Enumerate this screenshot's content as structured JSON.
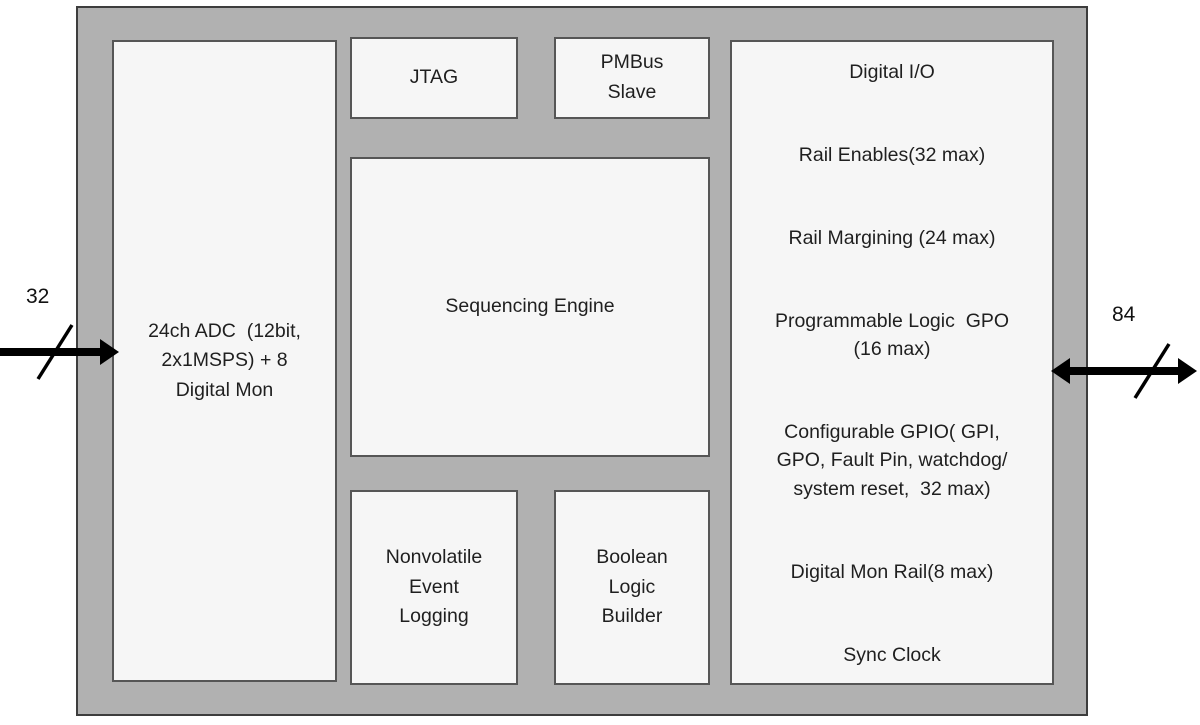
{
  "diagram": {
    "chip": {
      "blocks": {
        "adc": {
          "label": "24ch ADC  (12bit,\n2x1MSPS) + 8\nDigital Mon"
        },
        "jtag": {
          "label": "JTAG"
        },
        "pmbus_slave": {
          "label": "PMBus\nSlave"
        },
        "sequencing_engine": {
          "label": "Sequencing Engine"
        },
        "nonvolatile_event_logging": {
          "label": "Nonvolatile\nEvent\nLogging"
        },
        "boolean_logic_builder": {
          "label": "Boolean\nLogic\nBuilder"
        },
        "digital_io": {
          "title": "Digital I/O",
          "items": [
            "Rail Enables(32 max)",
            "Rail Margining (24 max)",
            "Programmable Logic  GPO\n(16 max)",
            "Configurable GPIO( GPI,\nGPO, Fault Pin, watchdog/\nsystem reset,  32 max)",
            "Digital Mon Rail(8 max)",
            "Sync Clock"
          ]
        }
      }
    },
    "buses": {
      "left_input": {
        "width_label": "32",
        "direction": "in"
      },
      "right_bidirectional": {
        "width_label": "84",
        "direction": "bidirectional"
      }
    },
    "colors": {
      "chip_fill": "#b1b1b1",
      "chip_border": "#3d3d3d",
      "block_fill": "#f6f6f6",
      "block_border": "#565656",
      "arrow": "#000000",
      "text": "#1f1f1f"
    }
  }
}
